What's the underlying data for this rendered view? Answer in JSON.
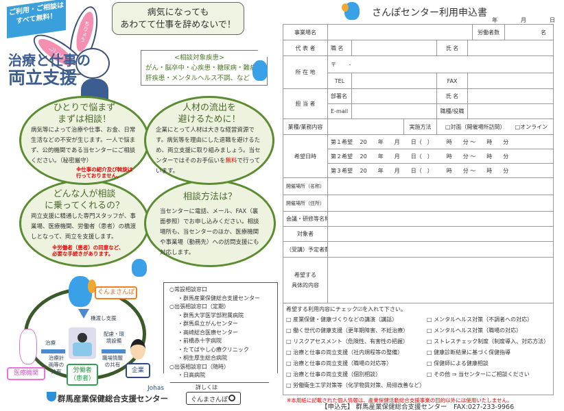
{
  "flyer": {
    "free_tag": [
      "ご利用・ご相談は",
      "すべて無料！"
    ],
    "rabbit_ears": [
      "ちりょう",
      "しごと"
    ],
    "title": [
      "治療と仕事の",
      "両立支援"
    ],
    "speech": [
      "病気になっても",
      "あわてて仕事を辞めないで！"
    ],
    "diseases": {
      "heading": "<相談対象疾患>",
      "lines": [
        "がん・脳卒中・心疾患・糖尿病・難病",
        "肝疾患・メンタルヘルス不調、など"
      ]
    },
    "leaves": [
      {
        "title": [
          "ひとりで悩まず",
          "まずは相談！"
        ],
        "body": "病気等によって治療や仕事、お金、日常生活などの不安が生じます。一人で悩まず、公的機関である当センターにご相談ください。（秘密厳守）",
        "note": "※仕事の紹介及び斡旋は行っておりません。"
      },
      {
        "title": [
          "人材の流出を",
          "避けるために！"
        ],
        "body_before": "企業にとって人材は大きな経営資源です。病気等を理由にした退職を避けるため、両立支援に取り組みましょう。当センターではそのお手伝いを",
        "body_red": "無料",
        "body_after": "で行っています。"
      },
      {
        "title": [
          "どんな人が相談",
          "に乗ってくれるの？"
        ],
        "body": "両立支援に精通した専門スタッフが、事業場、医療機関、労働者（患者）の橋渡しとなって、両立を支援します。",
        "note": "※労働者（患者）の同意など、必要な手続きがあります。"
      },
      {
        "title": [
          "相談方法は？"
        ],
        "body": "当センターに電話、メール、FAX（裏面参照）でお申し込みください。相談場所も、当センターのほか、医療機関や事業場（勤務先）への訪問支援にも対応します。"
      }
    ],
    "diagram": {
      "sanpo": "ぐんまさんぽ",
      "bridge": "橋渡し支援",
      "hospital": "医療機関",
      "worker": [
        "労働者",
        "（患者）"
      ],
      "company": "企業",
      "treatment": "治療",
      "treatment_plan": "治療計画等の共有",
      "consideration": "配慮・環境設備",
      "workplace_info": "職場情報の共有"
    },
    "logo": {
      "brand": "Johas",
      "name": "群馬産業保健総合支援センター"
    },
    "windows": [
      {
        "text": "○常設相談窓口",
        "indent": false
      },
      {
        "text": "・群馬産業保健総合支援センター",
        "indent": true
      },
      {
        "text": "○出張相談窓口（定期）",
        "indent": false
      },
      {
        "text": "・群馬大学医学部附属病院",
        "indent": true
      },
      {
        "text": "・群馬県立がんセンター",
        "indent": true
      },
      {
        "text": "・高崎総合医療センター",
        "indent": true
      },
      {
        "text": "・前橋赤十字病院",
        "indent": true
      },
      {
        "text": "・たてばやし心療クリニック",
        "indent": true
      },
      {
        "text": "・桐生厚生総合病院",
        "indent": true
      },
      {
        "text": "○出張相談窓口（随時）",
        "indent": false
      },
      {
        "text": "・日高病院",
        "indent": true
      }
    ],
    "details_label": "詳しくは",
    "search_text": "ぐんまさんぽ"
  },
  "form": {
    "title": "さんぽセンター利用申込書",
    "date": [
      "年",
      "月",
      "日"
    ],
    "workplace": "事業場名",
    "workers": "労働者数",
    "workers_unit": "名",
    "representative": "代 表 者",
    "position": "職 名",
    "name": "氏 名",
    "address": "所 在 地",
    "postal": "〒　　 -",
    "tel": "TEL",
    "fax": "FAX",
    "contact": "担 当 者",
    "department": "部署名",
    "email": "E-mail",
    "role": "職種/役職",
    "industry": "業種/業務内容",
    "method": "実施方法",
    "method_options": [
      "□対面（開催場所訪問）",
      "□オンライン"
    ],
    "desired_datetime": "希望日時",
    "choices": [
      "第１希望　 20　　年　　月　　日（　）　　　時　　分 ～　　時　　分",
      "第２希望　 20　　年　　月　　日（　）　　　時　　分 ～　　時　　分",
      "第３希望　 20　　年　　月　　日（　）　　　時　　分 ～　　時　　分"
    ],
    "rows": [
      "開催場所（名称）",
      "開催場所（住所）",
      "会議・研修等名称",
      "対象者",
      "（受講）予定者数"
    ],
    "details": [
      "希望する",
      "具体的内容"
    ],
    "check_instruction": "希望する利用内容にチェック☑を入れて下さい。",
    "check_left": [
      "産業保健・健康づくりなどの講演（講話）",
      "働く世代の健康支援（更年期障害、不妊治療）",
      "リスクアセスメント（危険性、有害性の把握）",
      "治療と仕事の両立支援（社内規程等の整備）",
      "治療と仕事の両立支援（職場の対応等）",
      "治療と仕事の両立支援（個別相談）",
      "労働衛生工学対策等（化学物質対策、局排改善など）"
    ],
    "check_right": [
      "メンタルヘルス対策（不調者への対応）",
      "メンタルヘルス対策（職場の対応）",
      "ストレスチェック制度（制度導入、対応方法）",
      "健康診断結果に基づく保健指導",
      "保健師による健康相談",
      "その他 ⇒ 当センターにご相談ください"
    ],
    "privacy_note": "※本用紙に記載された個人情報は、産業保健活動総合支援事業の目的以外には使用いたしません。",
    "submit_to": "【申込先】 群馬産業保健総合支援センター　FAX:027-233-9966"
  },
  "colors": {
    "green": "#5b8c32",
    "leaf_fill": "#eef3e0",
    "blue": "#3aa0dc",
    "red": "#e00000",
    "title_blue": "#3c5d8f"
  }
}
